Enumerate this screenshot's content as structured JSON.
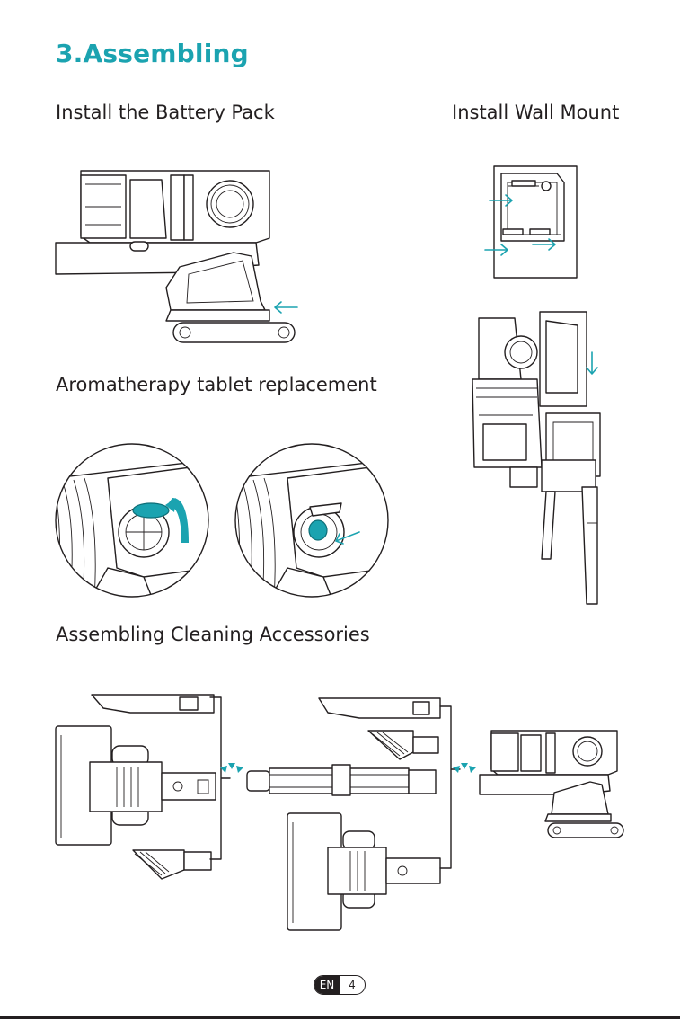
{
  "page": {
    "title": "3.Assembling",
    "accent_color": "#1ba3b0",
    "text_color": "#231f20"
  },
  "sections": {
    "battery": {
      "heading": "Install the Battery Pack"
    },
    "wall_mount": {
      "heading": "Install Wall Mount"
    },
    "aroma": {
      "heading": "Aromatherapy tablet replacement"
    },
    "accessories": {
      "heading": "Assembling Cleaning Accessories"
    }
  },
  "icons": {
    "arrow": "arrow-icon",
    "connector": "connect-icon"
  },
  "footer": {
    "language": "EN",
    "page_number": "4"
  }
}
